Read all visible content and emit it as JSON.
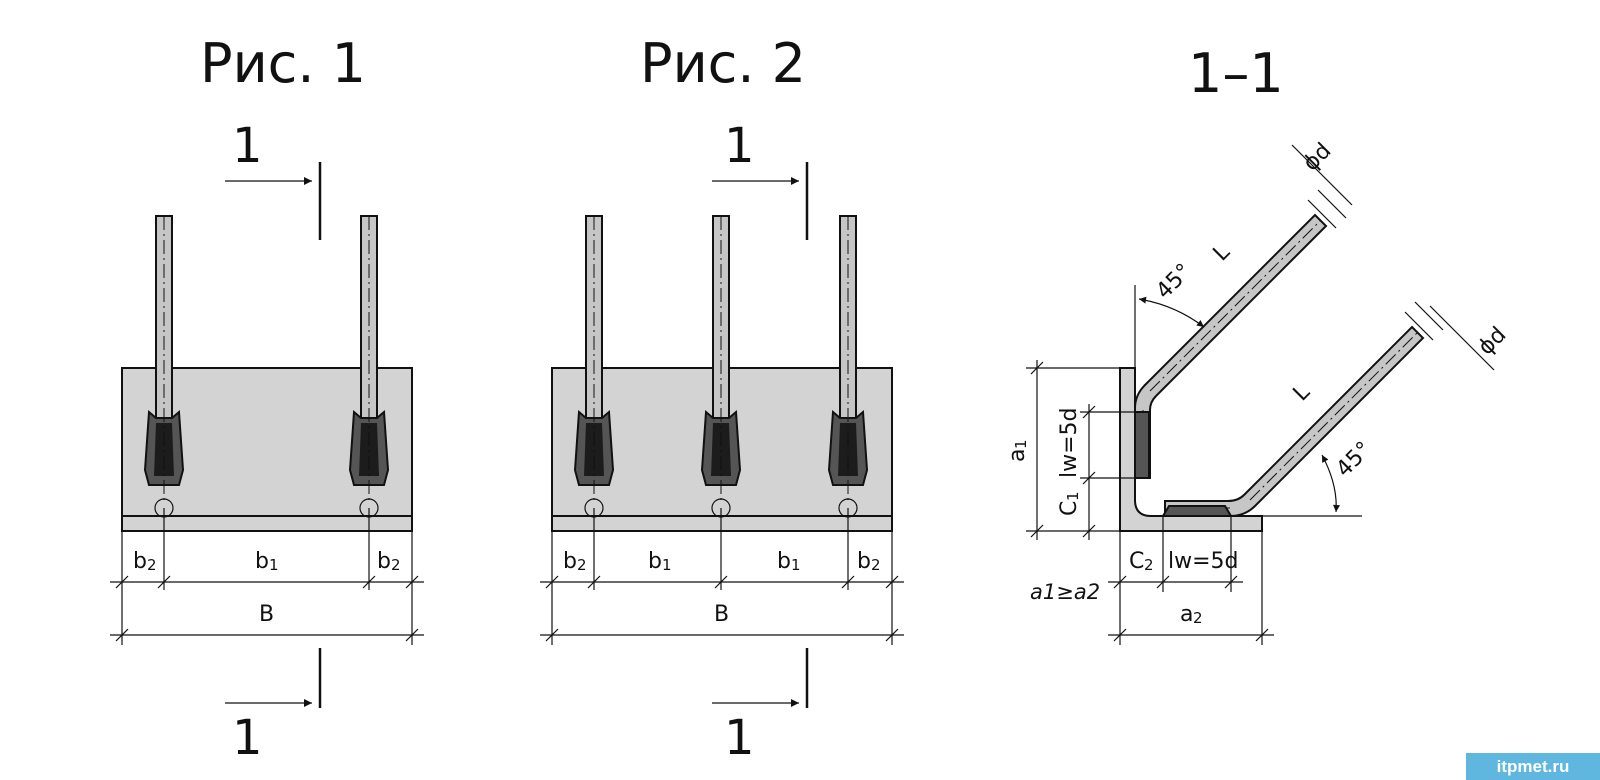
{
  "fig1": {
    "title": "Рис. 1",
    "section_mark_top": "1",
    "section_mark_bottom": "1",
    "dims": {
      "b2_left": "b",
      "b2_left_sub": "2",
      "b1": "b",
      "b1_sub": "1",
      "b2_right": "b",
      "b2_right_sub": "2",
      "B": "B"
    }
  },
  "fig2": {
    "title": "Рис. 2",
    "section_mark_top": "1",
    "section_mark_bottom": "1",
    "dims": {
      "b2_left": "b",
      "b2_left_sub": "2",
      "b1_a": "b",
      "b1_a_sub": "1",
      "b1_b": "b",
      "b1_b_sub": "1",
      "b2_right": "b",
      "b2_right_sub": "2",
      "B": "B"
    }
  },
  "section": {
    "title": "1–1",
    "upper_bar": {
      "diameter": "ϕd",
      "length": "L",
      "angle": "45°"
    },
    "lower_bar": {
      "diameter": "ϕd",
      "length": "L",
      "angle": "45°"
    },
    "a1": "a",
    "a1_sub": "1",
    "lw_vertical": "lw=5d",
    "c1": "C",
    "c1_sub": "1",
    "c2": "C",
    "c2_sub": "2",
    "lw_horizontal": "lw=5d",
    "a2": "a",
    "a2_sub": "2",
    "note": "a1≥a2"
  },
  "watermark": "itpmet.ru"
}
